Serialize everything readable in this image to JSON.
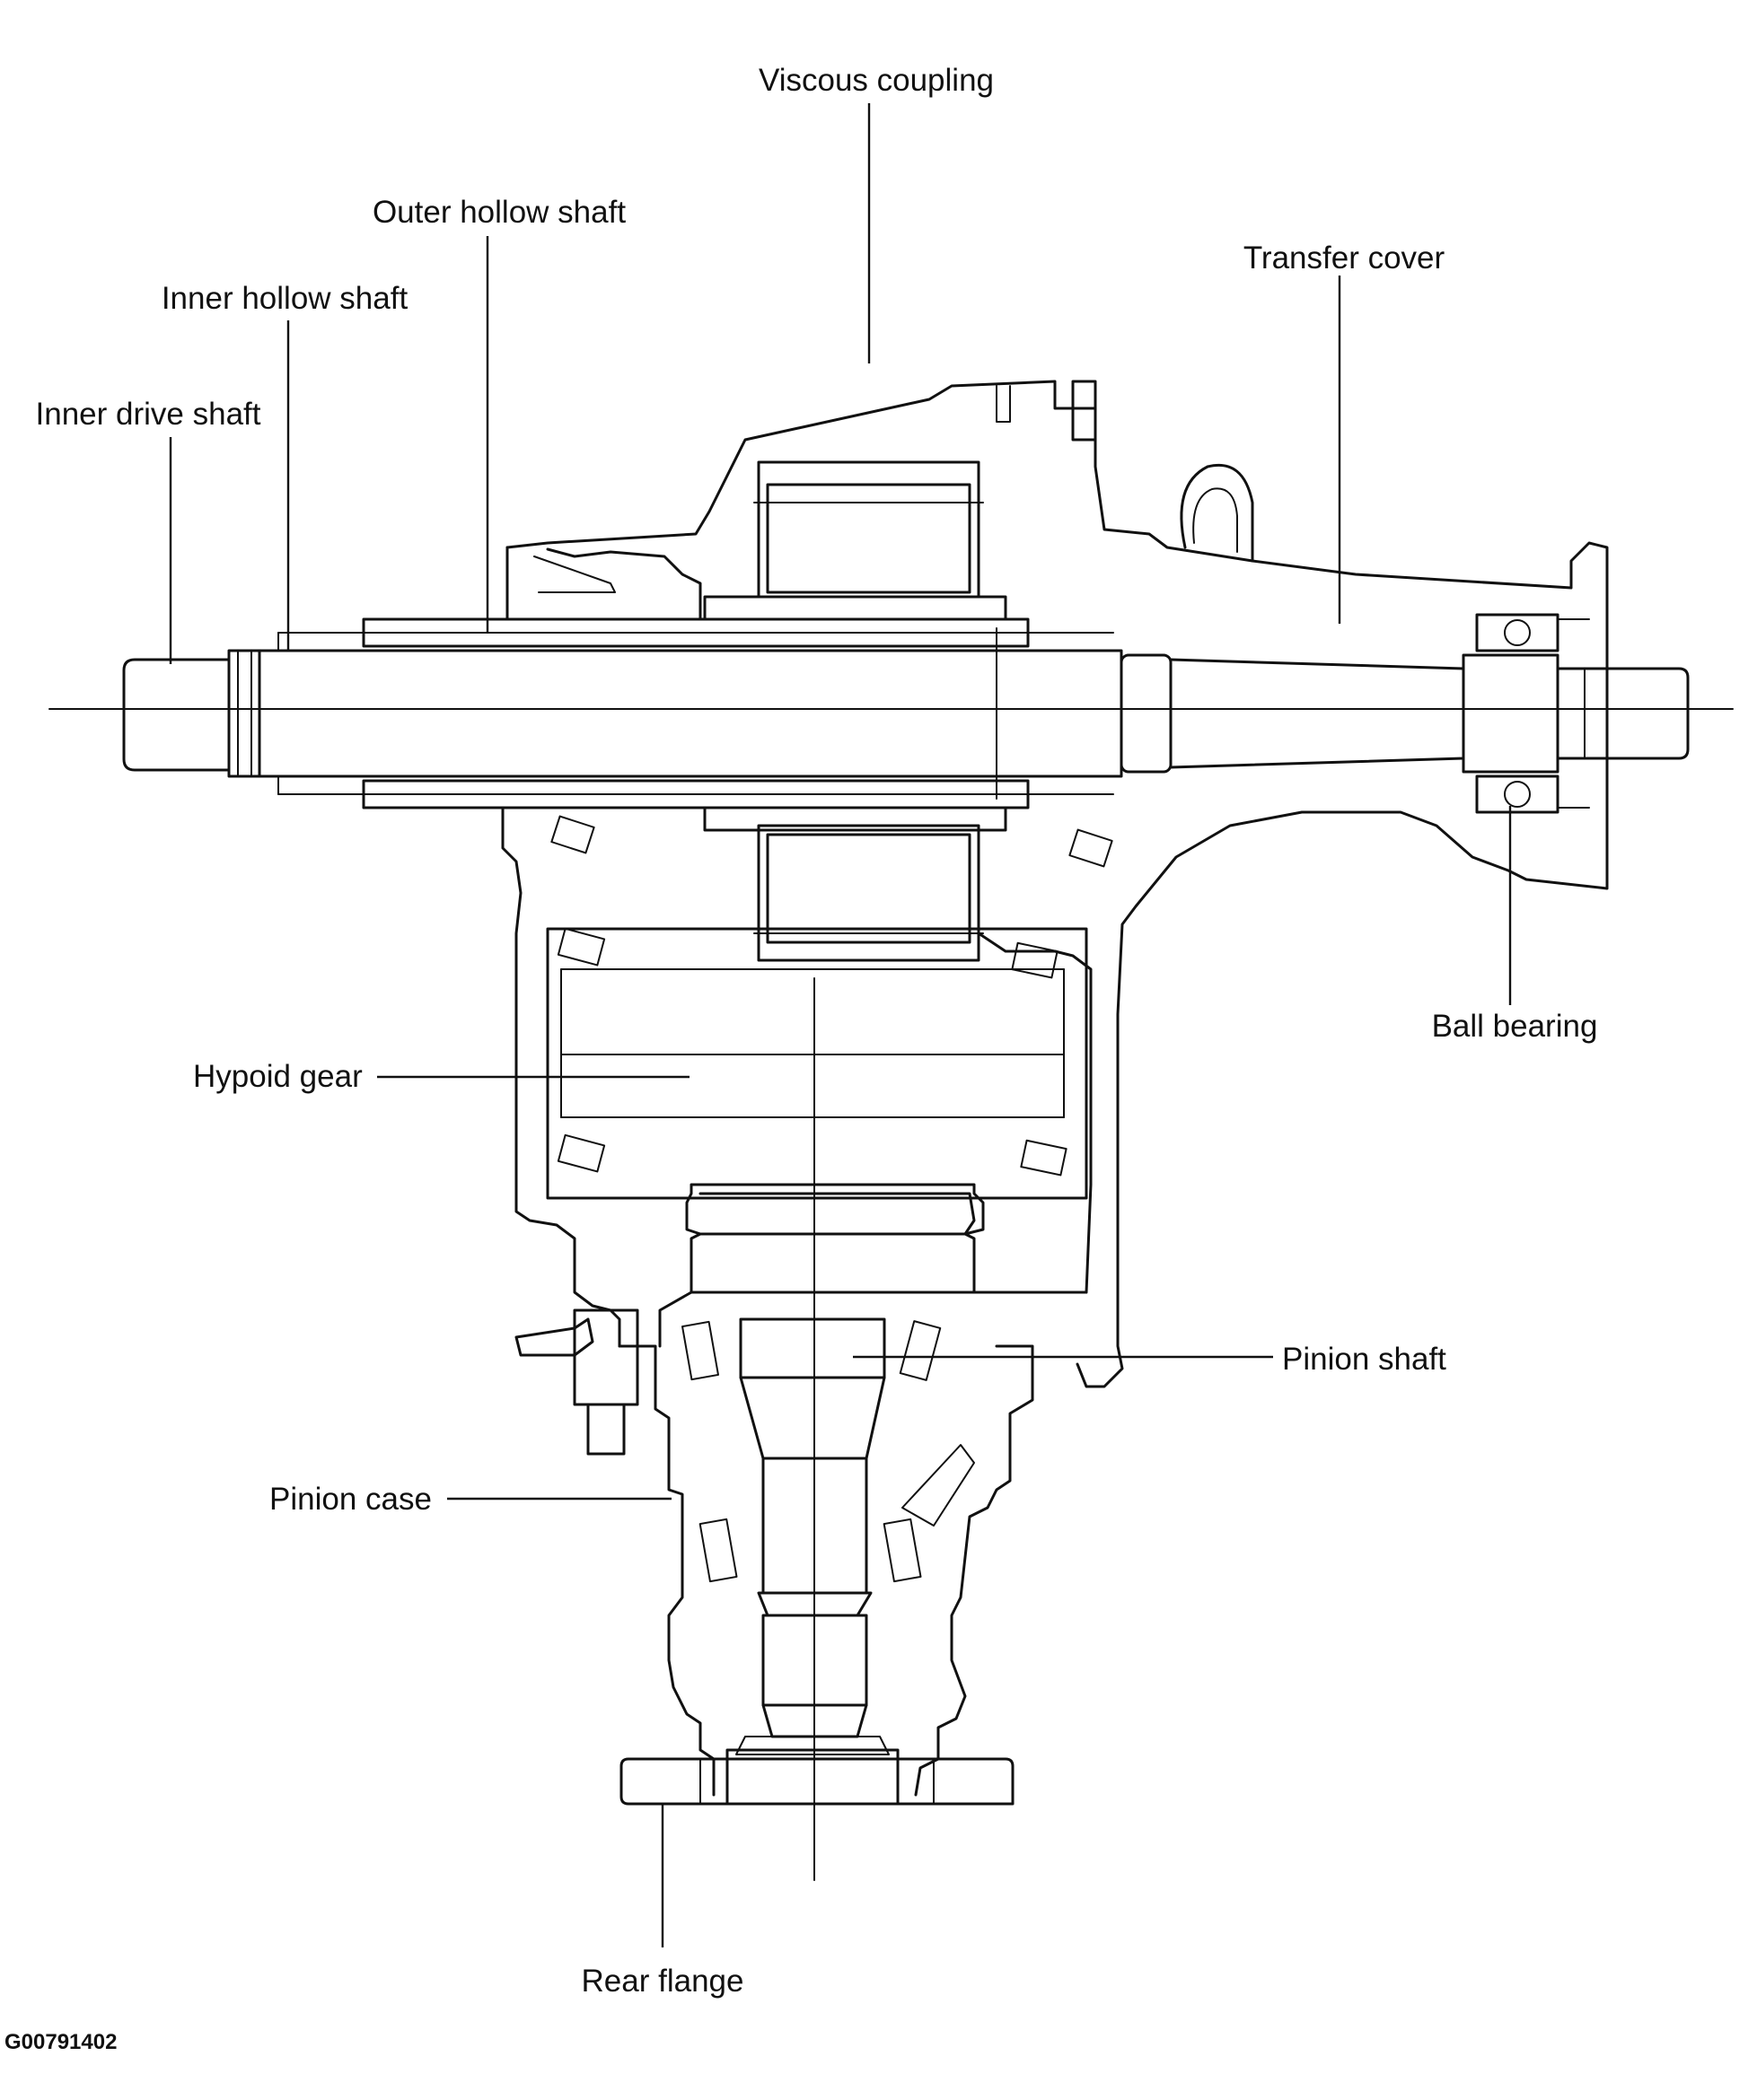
{
  "labels": {
    "viscous_coupling": "Viscous coupling",
    "outer_hollow_shaft": "Outer hollow shaft",
    "transfer_cover": "Transfer cover",
    "inner_hollow_shaft": "Inner hollow shaft",
    "inner_drive_shaft": "Inner drive shaft",
    "ball_bearing": "Ball bearing",
    "hypoid_gear": "Hypoid gear",
    "pinion_shaft": "Pinion shaft",
    "pinion_case": "Pinion case",
    "rear_flange": "Rear flange"
  },
  "figure_id": "G00791402",
  "colors": {
    "line": "#111111",
    "background": "#ffffff"
  }
}
